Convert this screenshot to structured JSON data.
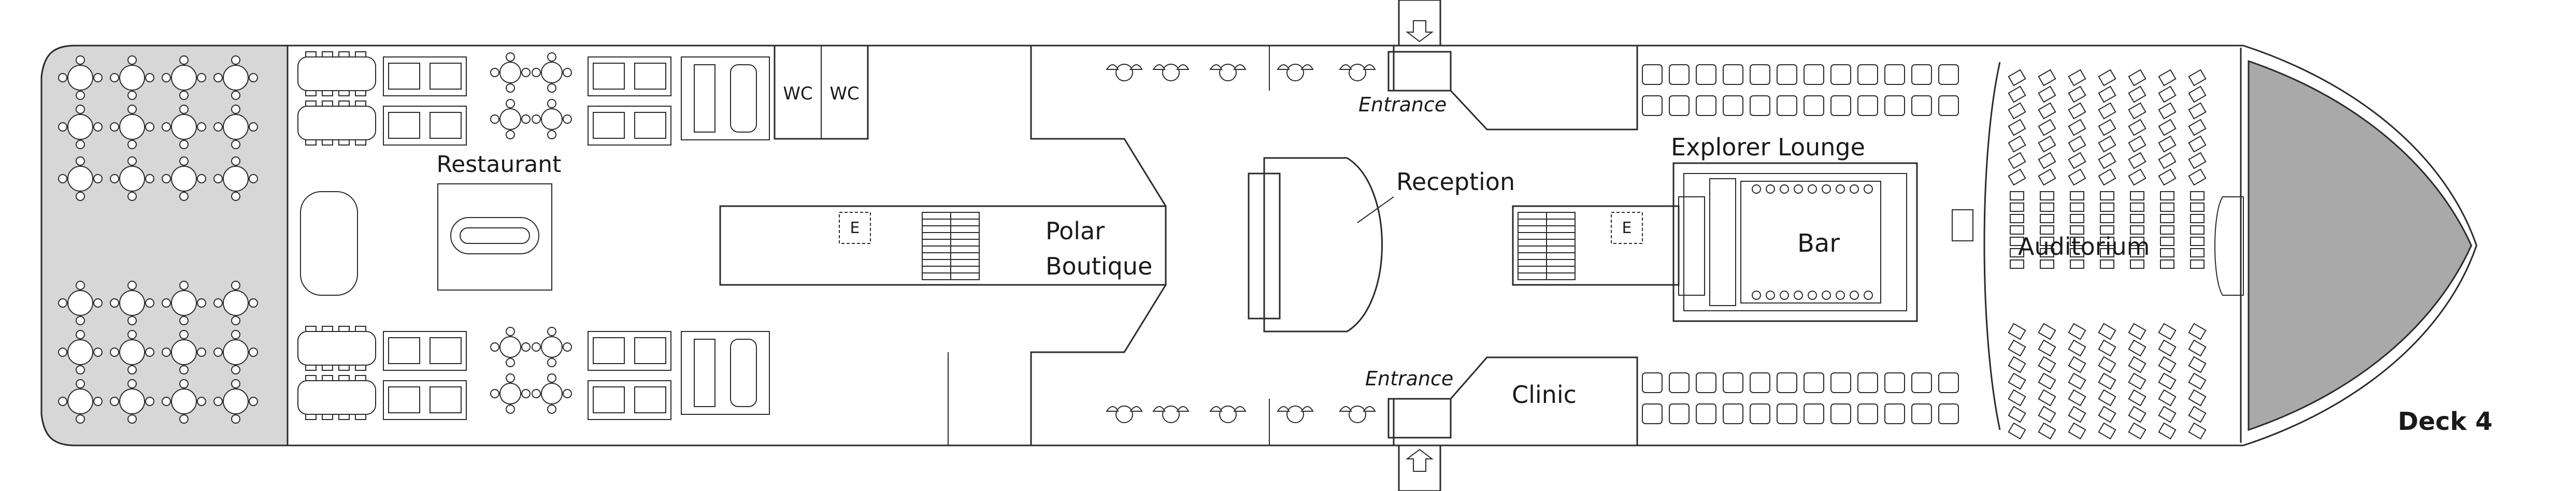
{
  "deck": {
    "title": "Deck 4"
  },
  "colors": {
    "hull": "#f0f0f0",
    "deck_area": "#d7d7d7",
    "bow": "#a9a9a9",
    "line": "#2a2a2a",
    "furniture": "#ffffff"
  },
  "rooms": {
    "restaurant": "Restaurant",
    "wc_left": "WC",
    "wc_right": "WC",
    "polar_boutique_line1": "Polar",
    "polar_boutique_line2": "Boutique",
    "reception": "Reception",
    "entrance_top": "Entrance",
    "entrance_bottom": "Entrance",
    "clinic": "Clinic",
    "explorer_lounge": "Explorer Lounge",
    "bar": "Bar",
    "auditorium": "Auditorium"
  },
  "icons": {
    "elevator_top_label": "E",
    "elevator_bottom_label": "E"
  }
}
